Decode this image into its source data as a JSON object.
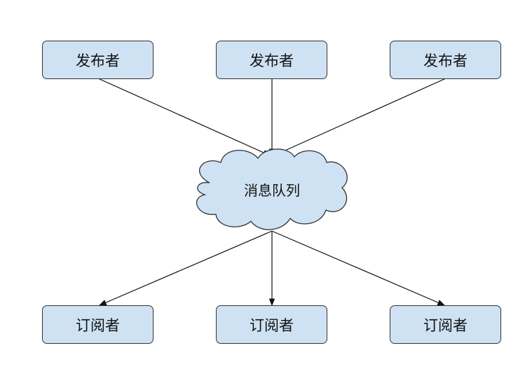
{
  "diagram": {
    "publishers": [
      {
        "label": "发布者"
      },
      {
        "label": "发布者"
      },
      {
        "label": "发布者"
      }
    ],
    "queue": {
      "label": "消息队列",
      "shape": "cloud-icon"
    },
    "subscribers": [
      {
        "label": "订阅者"
      },
      {
        "label": "订阅者"
      },
      {
        "label": "订阅者"
      }
    ],
    "colors": {
      "node_fill": "#cfe2f3",
      "node_border": "#333333",
      "edge": "#111111"
    }
  }
}
